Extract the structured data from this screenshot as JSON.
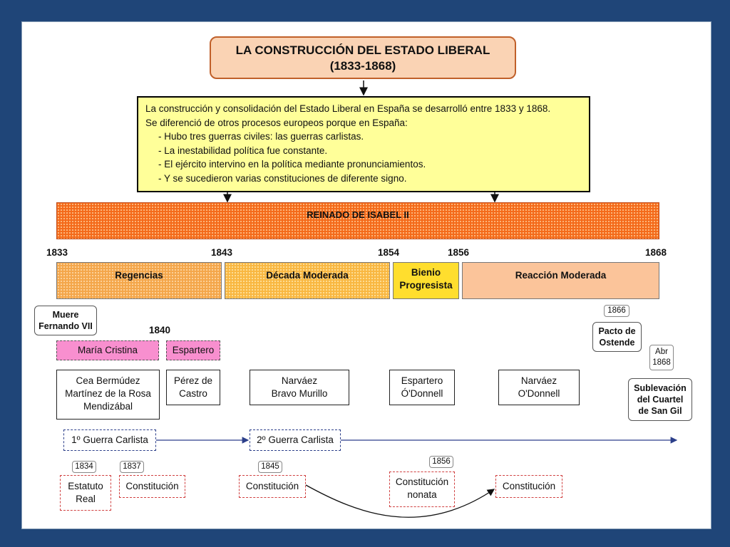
{
  "title": {
    "line1": "LA CONSTRUCCIÓN DEL ESTADO LIBERAL",
    "line2": "(1833-1868)"
  },
  "intro": {
    "line1": "La construcción y consolidación del Estado Liberal en España se desarrolló entre 1833 y 1868.",
    "line2": "Se diferenció de otros procesos europeos porque en España:",
    "items": [
      "- Hubo tres guerras civiles: las guerras carlistas.",
      "- La inestabilidad política fue constante.",
      "- El ejército intervino en la política mediante pronunciamientos.",
      "- Y se sucedieron varias constituciones de diferente signo."
    ]
  },
  "reign": "REINADO DE ISABEL II",
  "years": {
    "y1833": "1833",
    "y1843": "1843",
    "y1854": "1854",
    "y1856": "1856",
    "y1868": "1868",
    "y1840": "1840"
  },
  "periods": {
    "regencias": "Regencias",
    "decada": "Década Moderada",
    "bienio_l1": "Bienio",
    "bienio_l2": "Progresista",
    "reaccion": "Reacción Moderada"
  },
  "events": {
    "muere_l1": "Muere",
    "muere_l2": "Fernando VII",
    "pacto_tag": "1866",
    "pacto_l1": "Pacto de",
    "pacto_l2": "Ostende",
    "sub_tag_l1": "Abr",
    "sub_tag_l2": "1868",
    "sub_l1": "Sublevación",
    "sub_l2": "del Cuartel",
    "sub_l3": "de San Gil"
  },
  "regents": {
    "maria_cristina": "María Cristina",
    "espartero": "Espartero"
  },
  "governments": {
    "g1": [
      "Cea Bermúdez",
      "Martínez de la Rosa",
      "Mendizábal"
    ],
    "g2": [
      "Pérez de",
      "Castro"
    ],
    "g3": [
      "Narváez",
      "Bravo Murillo"
    ],
    "g4": [
      "Espartero",
      "Ó'Donnell"
    ],
    "g5": [
      "Narváez",
      "O'Donnell"
    ]
  },
  "wars": {
    "w1": "1º Guerra Carlista",
    "w2": "2º Guerra Carlista"
  },
  "constitutions": {
    "c1834_tag": "1834",
    "c1834_l1": "Estatuto",
    "c1834_l2": "Real",
    "c1837_tag": "1837",
    "c1837": "Constitución",
    "c1845_tag": "1845",
    "c1845": "Constitución",
    "c1856_tag": "1856",
    "c1856_l1": "Constitución",
    "c1856_l2": "nonata",
    "c_last": "Constitución"
  },
  "colors": {
    "frame": "#1f4578",
    "reign": "#f46a1a",
    "intro": "#ffff99",
    "title": "#fad3b4",
    "pink": "#f88fcf"
  }
}
